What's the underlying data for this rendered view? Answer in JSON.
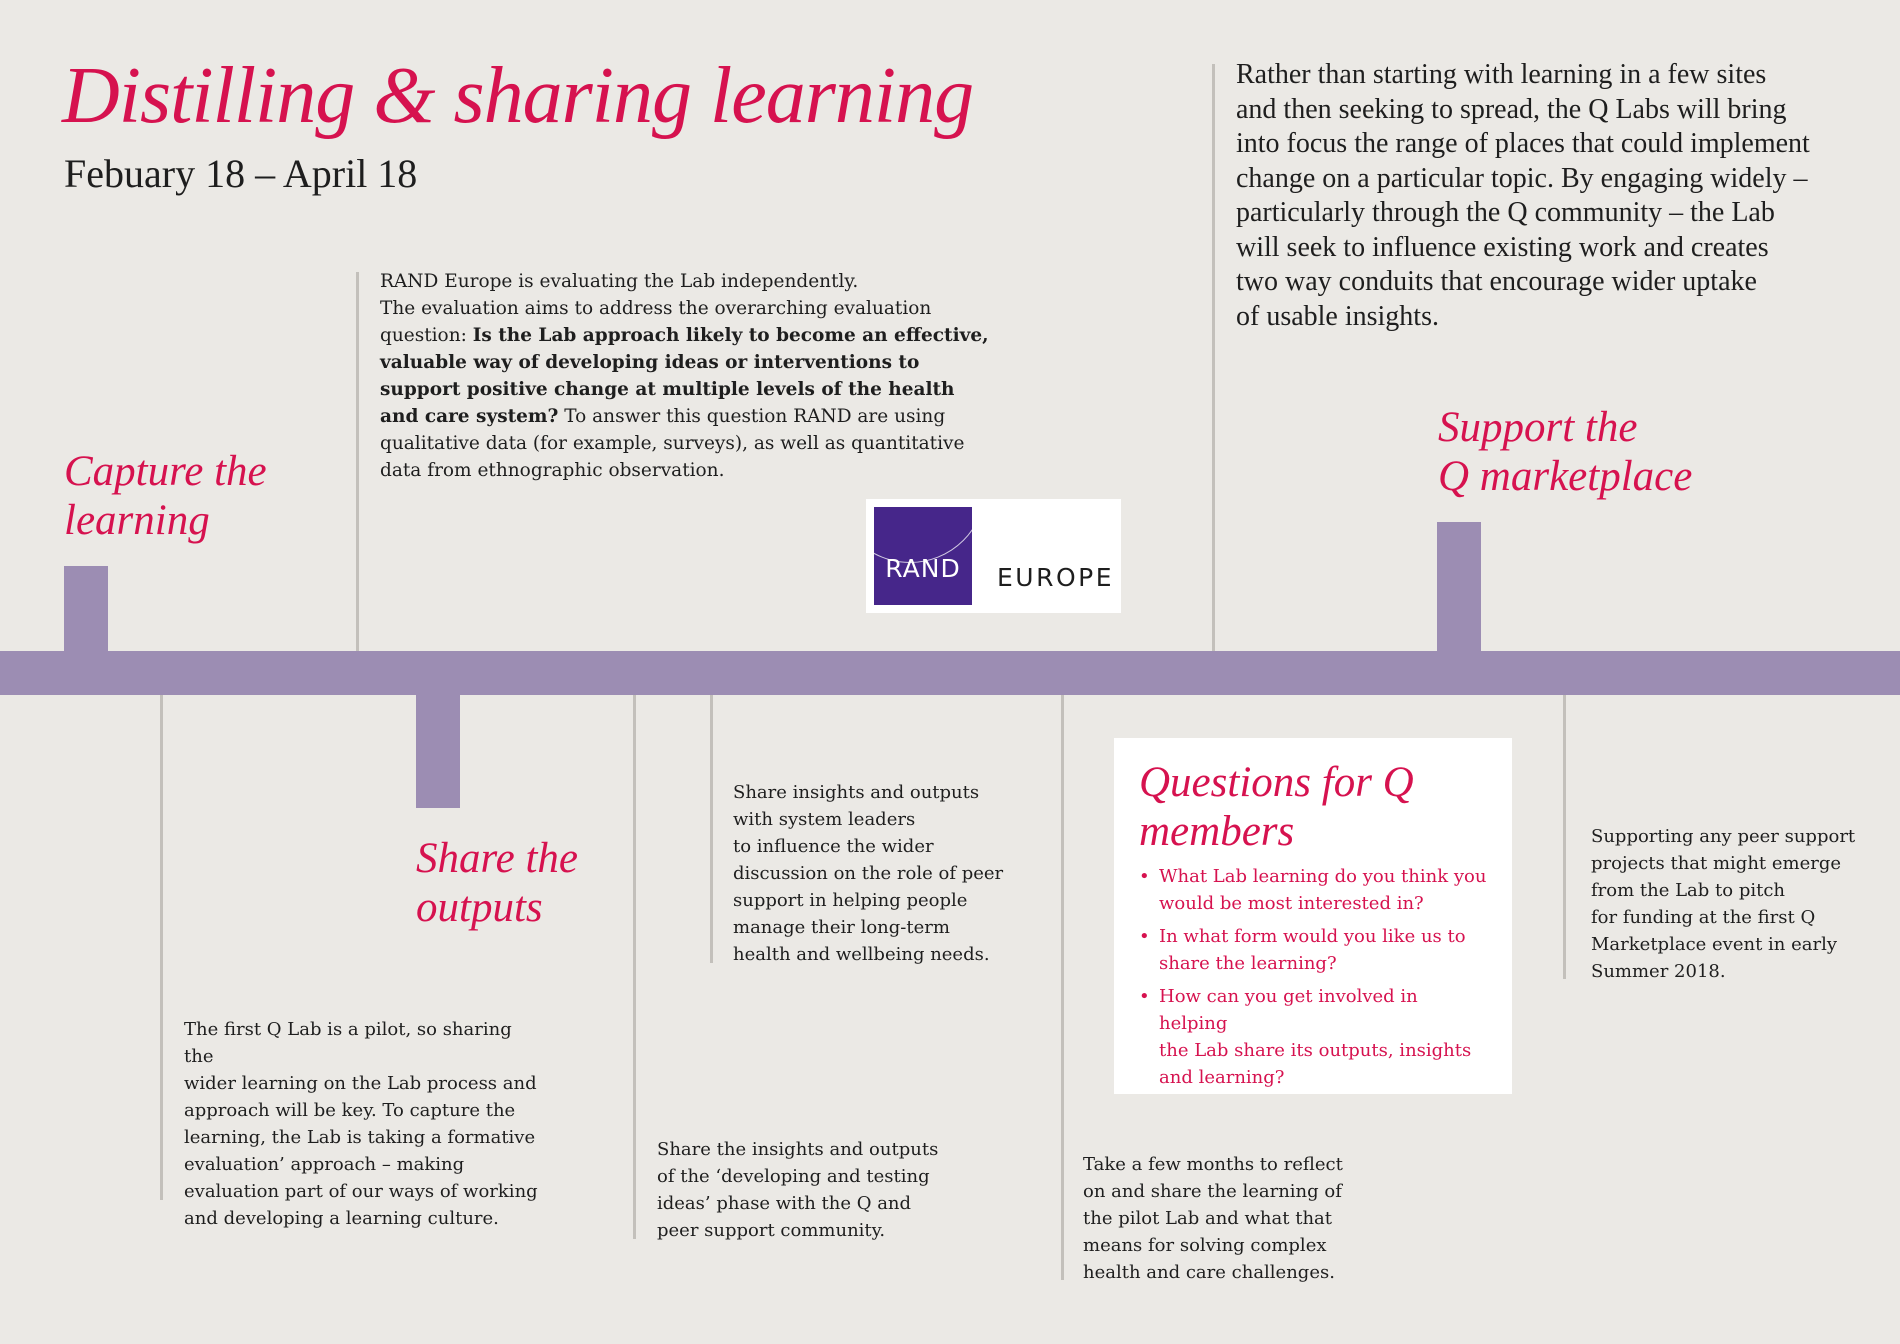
{
  "header": {
    "title": "Distilling & sharing learning",
    "date_range": "Febuary 18 – April 18"
  },
  "milestones": {
    "capture": "Capture the\nlearning",
    "share_outputs": "Share the\noutputs",
    "support_marketplace": "Support the\nQ marketplace"
  },
  "evaluation": {
    "line1": "RAND Europe is evaluating the Lab independently.",
    "line2": "The evaluation aims to address the overarching evaluation",
    "line3_prefix": "question: ",
    "question_part1": "Is the Lab approach likely to become an effective,",
    "question_part2": "valuable way of developing ideas or interventions to",
    "question_part3": "support positive change at multiple levels of the health",
    "question_part4": "and care system?",
    "line7_suffix": " To answer this question RAND are using",
    "line8": "qualitative data (for example, surveys), as well as quantitative",
    "line9": "data from ethnographic observation."
  },
  "logo": {
    "rand": "RAND",
    "europe": "EUROPE"
  },
  "spread_text": "Rather than starting with learning in a few sites\nand then seeking to spread, the Q Labs will bring\ninto focus the range of places that could implement\nchange on a particular topic. By engaging widely –\nparticularly through the Q community – the Lab\nwill seek to influence existing work and creates\ntwo way conduits that encourage wider uptake\nof usable insights.",
  "notes": {
    "pilot": "The first Q Lab is a pilot, so sharing the\nwider learning on the Lab process and\napproach will be key. To capture the\nlearning, the Lab is taking a formative\nevaluation’ approach – making\nevaluation part of our ways of working\nand developing a learning culture.",
    "insights_community": "Share the insights and outputs\nof the ‘developing and testing\nideas’ phase with the Q and\npeer support community.",
    "system_leaders": "Share insights and outputs\nwith system leaders\nto influence the wider\ndiscussion on the role of peer\nsupport in helping people\nmanage their long-term\nhealth and wellbeing needs.",
    "reflect": "Take a few months to reflect\non and share the learning of\nthe pilot Lab and what that\nmeans for solving complex\nhealth and care challenges.",
    "peer_support": "Supporting any peer support\nprojects that might emerge\nfrom the Lab to pitch\nfor funding at the first Q\nMarketplace event in early\nSummer 2018."
  },
  "questions": {
    "title": "Questions for Q\nmembers",
    "bullet": "•",
    "items": [
      "What Lab learning do you think you\nwould be most interested in?",
      "In what form would you like us to\nshare the learning?",
      "How can you get involved in helping\nthe Lab share its outputs, insights\nand learning?"
    ]
  },
  "colors": {
    "accent": "#d6124f",
    "timeline": "#9c8db3",
    "rand_purple": "#46268a",
    "background": "#ebe9e5"
  }
}
